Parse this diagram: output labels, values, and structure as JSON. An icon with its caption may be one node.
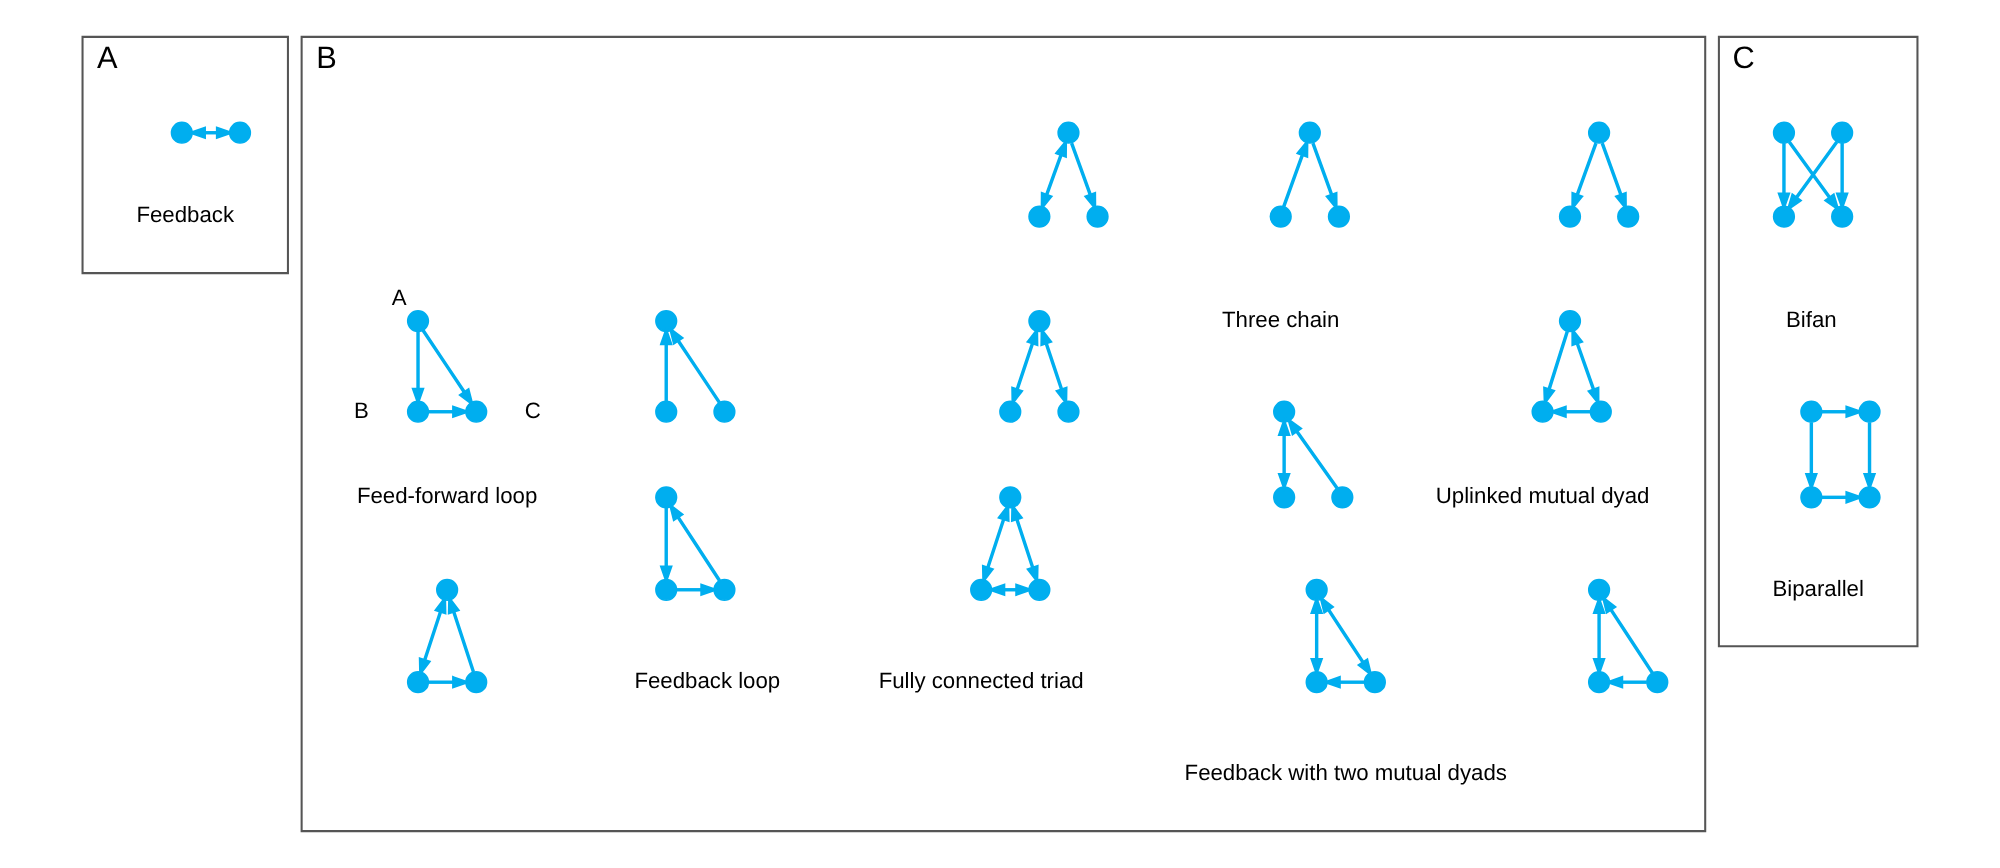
{
  "diagram": {
    "nodes": [
      {
        "text": [
          "A"
        ]
      },
      {
        "text": [
          "B"
        ]
      },
      {
        "text": [
          "C"
        ]
      },
      {
        "text": [],
        "shape": "circle",
        "in": 0
      },
      {
        "text": [],
        "shape": "circle",
        "in": 0
      },
      {
        "text": [],
        "shape": "circle",
        "in": 1
      },
      {
        "text": [],
        "shape": "circle",
        "in": 1
      },
      {
        "text": [],
        "shape": "circle",
        "in": 1
      },
      {
        "text": [],
        "shape": "circle",
        "in": 1
      },
      {
        "text": [],
        "shape": "circle",
        "in": 1
      },
      {
        "text": [],
        "shape": "circle",
        "in": 1
      },
      {
        "text": [],
        "shape": "circle",
        "in": 1
      },
      {
        "text": [],
        "shape": "circle",
        "in": 1
      },
      {
        "text": [],
        "shape": "circle",
        "in": 1
      },
      {
        "text": [],
        "shape": "circle",
        "in": 1
      },
      {
        "text": [],
        "shape": "circle",
        "in": 1
      },
      {
        "text": [],
        "shape": "circle",
        "in": 1
      },
      {
        "text": [],
        "shape": "circle",
        "in": 1,
        "beside": [
          "A"
        ]
      },
      {
        "text": [],
        "shape": "circle",
        "in": 1,
        "beside": [
          "B"
        ]
      },
      {
        "text": [],
        "shape": "circle",
        "in": 1,
        "beside": [
          "C"
        ]
      },
      {
        "text": [],
        "shape": "circle",
        "in": 1
      },
      {
        "text": [],
        "shape": "circle",
        "in": 1
      },
      {
        "text": [],
        "shape": "circle",
        "in": 1
      },
      {
        "text": [],
        "shape": "circle",
        "in": 1
      },
      {
        "text": [],
        "shape": "circle",
        "in": 1
      },
      {
        "text": [],
        "shape": "circle",
        "in": 1
      },
      {
        "text": [],
        "shape": "circle",
        "in": 1
      },
      {
        "text": [],
        "shape": "circle",
        "in": 1
      },
      {
        "text": [],
        "shape": "circle",
        "in": 1
      },
      {
        "text": [],
        "shape": "circle",
        "in": 1
      },
      {
        "text": [],
        "shape": "circle",
        "in": 1
      },
      {
        "text": [],
        "shape": "circle",
        "in": 1
      },
      {
        "text": [],
        "shape": "circle",
        "in": 1
      },
      {
        "text": [],
        "shape": "circle",
        "in": 1
      },
      {
        "text": [],
        "shape": "circle",
        "in": 1
      },
      {
        "text": [],
        "shape": "circle",
        "in": 1
      },
      {
        "text": [],
        "shape": "circle",
        "in": 1
      },
      {
        "text": [],
        "shape": "circle",
        "in": 1
      },
      {
        "text": [],
        "shape": "circle",
        "in": 1
      },
      {
        "text": [],
        "shape": "circle",
        "in": 1
      },
      {
        "text": [],
        "shape": "circle",
        "in": 1
      },
      {
        "text": [],
        "shape": "circle",
        "in": 1
      },
      {
        "text": [],
        "shape": "circle",
        "in": 1
      },
      {
        "text": [],
        "shape": "circle",
        "in": 1
      },
      {
        "text": [],
        "shape": "circle",
        "in": 2
      },
      {
        "text": [],
        "shape": "circle",
        "in": 2
      },
      {
        "text": [],
        "shape": "circle",
        "in": 2
      },
      {
        "text": [],
        "shape": "circle",
        "in": 2
      },
      {
        "text": [],
        "shape": "circle",
        "in": 2
      },
      {
        "text": [],
        "shape": "circle",
        "in": 2
      },
      {
        "text": [],
        "shape": "circle",
        "in": 2
      },
      {
        "text": [],
        "shape": "circle",
        "in": 2
      }
    ],
    "edges": [
      {
        "from": 3,
        "to": 4,
        "arrow": "both"
      },
      {
        "from": 5,
        "to": 6,
        "arrow": "to"
      },
      {
        "from": 5,
        "to": 7,
        "arrow": "to"
      },
      {
        "from": 9,
        "to": 8,
        "arrow": "to"
      },
      {
        "from": 8,
        "to": 10,
        "arrow": "to"
      },
      {
        "from": 11,
        "to": 12,
        "arrow": "both"
      },
      {
        "from": 11,
        "to": 13,
        "arrow": "to"
      },
      {
        "from": 15,
        "to": 14,
        "arrow": "to"
      },
      {
        "from": 16,
        "to": 14,
        "arrow": "to"
      },
      {
        "from": 17,
        "to": 18,
        "arrow": "to"
      },
      {
        "from": 17,
        "to": 19,
        "arrow": "to"
      },
      {
        "from": 18,
        "to": 19,
        "arrow": "to"
      },
      {
        "from": 20,
        "to": 21,
        "arrow": "to"
      },
      {
        "from": 20,
        "to": 22,
        "arrow": "both"
      },
      {
        "from": 22,
        "to": 21,
        "arrow": "to"
      },
      {
        "from": 23,
        "to": 24,
        "arrow": "both"
      },
      {
        "from": 25,
        "to": 23,
        "arrow": "to"
      },
      {
        "from": 26,
        "to": 27,
        "arrow": "both"
      },
      {
        "from": 26,
        "to": 28,
        "arrow": "both"
      },
      {
        "from": 29,
        "to": 30,
        "arrow": "to"
      },
      {
        "from": 30,
        "to": 31,
        "arrow": "to"
      },
      {
        "from": 31,
        "to": 29,
        "arrow": "to"
      },
      {
        "from": 32,
        "to": 33,
        "arrow": "both"
      },
      {
        "from": 33,
        "to": 34,
        "arrow": "to"
      },
      {
        "from": 34,
        "to": 32,
        "arrow": "to"
      },
      {
        "from": 35,
        "to": 36,
        "arrow": "both"
      },
      {
        "from": 37,
        "to": 35,
        "arrow": "to"
      },
      {
        "from": 37,
        "to": 36,
        "arrow": "to"
      },
      {
        "from": 38,
        "to": 39,
        "arrow": "both"
      },
      {
        "from": 38,
        "to": 40,
        "arrow": "both"
      },
      {
        "from": 40,
        "to": 39,
        "arrow": "to"
      },
      {
        "from": 41,
        "to": 42,
        "arrow": "both"
      },
      {
        "from": 41,
        "to": 43,
        "arrow": "both"
      },
      {
        "from": 42,
        "to": 43,
        "arrow": "both"
      },
      {
        "from": 44,
        "to": 46,
        "arrow": "to"
      },
      {
        "from": 44,
        "to": 47,
        "arrow": "to"
      },
      {
        "from": 45,
        "to": 46,
        "arrow": "to"
      },
      {
        "from": 45,
        "to": 47,
        "arrow": "to"
      },
      {
        "from": 48,
        "to": 50,
        "arrow": "to"
      },
      {
        "from": 48,
        "to": 49,
        "arrow": "to"
      },
      {
        "from": 50,
        "to": 51,
        "arrow": "to"
      },
      {
        "from": 49,
        "to": 51,
        "arrow": "to"
      }
    ],
    "labels": [
      "Feedback",
      "Three chain",
      "Bifan",
      "Feed-forward loop",
      "Uplinked mutual dyad",
      "Feedback loop",
      "Feedback with two mutual dyads",
      "Fully connected triad",
      "Biparallel"
    ]
  }
}
